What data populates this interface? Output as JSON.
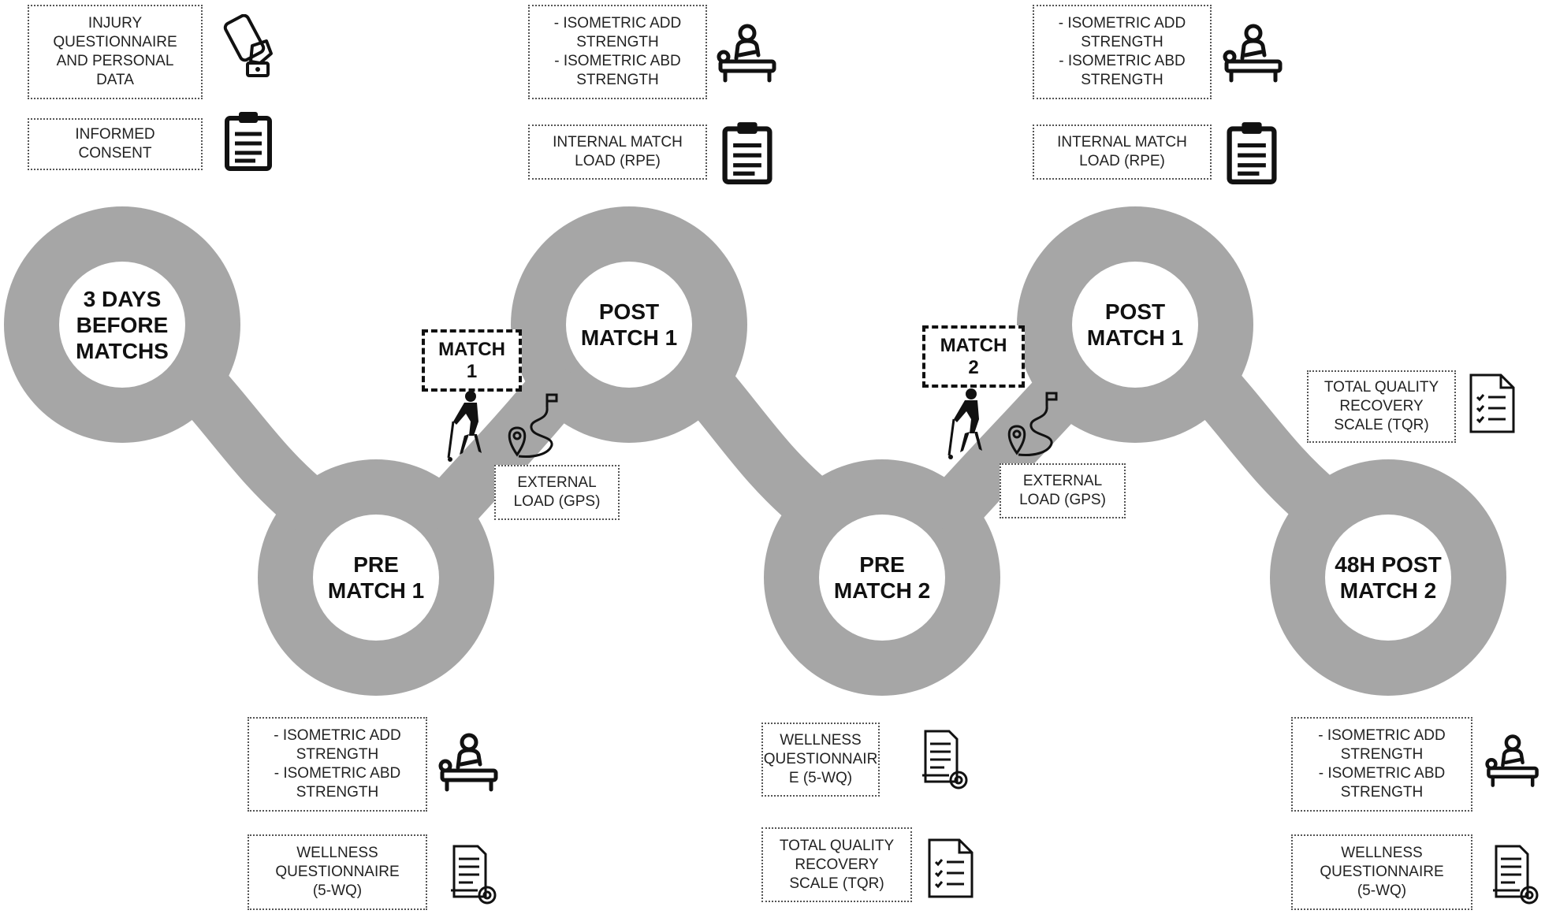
{
  "colors": {
    "ring": "#a6a6a6",
    "ink": "#111111",
    "box_border": "#555555"
  },
  "nodes": {
    "n1": "3  DAYS\nBEFORE\nMATCHS",
    "n2": "PRE\nMATCH 1",
    "n3": "POST\nMATCH 1",
    "n4": "PRE\nMATCH 2",
    "n5": "POST\nMATCH 1",
    "n6": "48H POST\nMATCH 2"
  },
  "matches": {
    "m1": "MATCH\n1",
    "m2": "MATCH\n2"
  },
  "boxes": {
    "injury": "INJURY\nQUESTIONNAIRE\nAND PERSONAL\nDATA",
    "consent": "INFORMED\nCONSENT",
    "iso_post1": "- ISOMETRIC ADD\nSTRENGTH\n- ISOMETRIC ABD\nSTRENGTH",
    "rpe_post1": "INTERNAL MATCH\nLOAD (RPE)",
    "iso_post2": "- ISOMETRIC ADD\nSTRENGTH\n- ISOMETRIC ABD\nSTRENGTH",
    "rpe_post2": "INTERNAL MATCH\nLOAD (RPE)",
    "gps1": "EXTERNAL\nLOAD (GPS)",
    "gps2": "EXTERNAL\nLOAD (GPS)",
    "tqr_48h": "TOTAL QUALITY\nRECOVERY\nSCALE (TQR)",
    "iso_pre1": "- ISOMETRIC ADD\nSTRENGTH\n- ISOMETRIC ABD\nSTRENGTH",
    "wq_pre1": "WELLNESS\nQUESTIONNAIRE\n(5-WQ)",
    "wq_pre2": "WELLNESS\nQUESTIONNAIR\nE (5-WQ)",
    "tqr_pre2": "TOTAL QUALITY\nRECOVERY\nSCALE (TQR)",
    "iso_48h": "- ISOMETRIC ADD\nSTRENGTH\n- ISOMETRIC ABD\nSTRENGTH",
    "wq_48h": "WELLNESS\nQUESTIONNAIRE\n(5-WQ)"
  },
  "icons": {
    "phone": "phone-hand-icon",
    "clipboard": "clipboard-icon",
    "physio": "physiotherapy-icon",
    "player": "hockey-player-icon",
    "gps": "gps-route-icon",
    "checklist": "checklist-icon",
    "survey": "survey-document-icon"
  }
}
